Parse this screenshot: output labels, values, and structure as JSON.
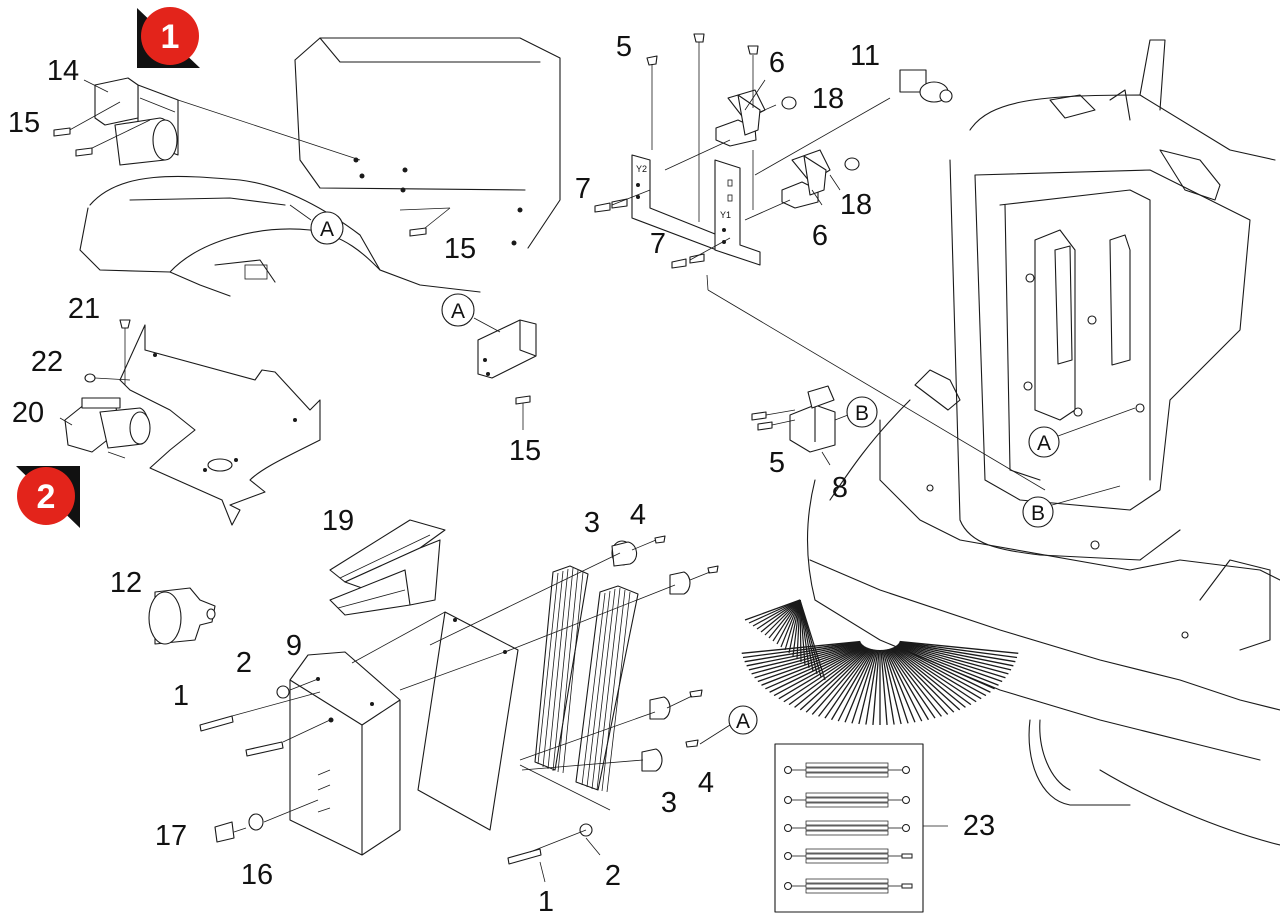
{
  "colors": {
    "marker_red": "#e3241b",
    "ink": "#1a1a1a",
    "background": "#ffffff"
  },
  "section_markers": [
    {
      "id": "section-1",
      "label": "1"
    },
    {
      "id": "section-2",
      "label": "2"
    }
  ],
  "callouts": {
    "c1a": "1",
    "c1b": "1",
    "c2a": "2",
    "c2b": "2",
    "c3a": "3",
    "c3b": "3",
    "c4a": "4",
    "c4b": "4",
    "c5a": "5",
    "c5b": "5",
    "c6a": "6",
    "c6b": "6",
    "c7a": "7",
    "c7b": "7",
    "c8": "8",
    "c9": "9",
    "c11": "11",
    "c12": "12",
    "c14": "14",
    "c15a": "15",
    "c15b": "15",
    "c15c": "15",
    "c16": "16",
    "c17": "17",
    "c18a": "18",
    "c18b": "18",
    "c19": "19",
    "c20": "20",
    "c21": "21",
    "c22": "22",
    "c23": "23"
  },
  "reference_bubbles": {
    "a1": "A",
    "a2": "A",
    "a3": "A",
    "a4": "A",
    "b1": "B",
    "b2": "B"
  },
  "bracket_marks": {
    "y1": "Y1",
    "y2": "Y2"
  }
}
